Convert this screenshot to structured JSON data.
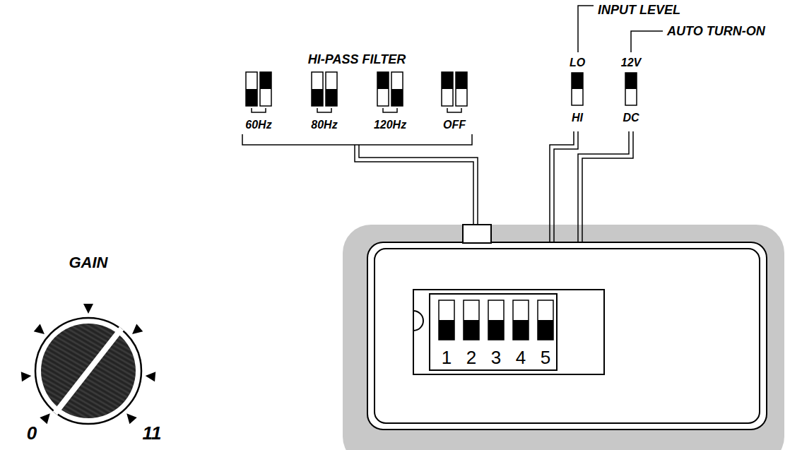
{
  "diagram": {
    "labels": [
      "HI-PASS FILTER",
      "60Hz",
      "80Hz",
      "120Hz",
      "OFF",
      "INPUT LEVEL",
      "LO",
      "HI",
      "AUTO TURN-ON",
      "12V",
      "DC",
      "GAIN",
      "0",
      "11",
      "1",
      "2",
      "3",
      "4",
      "5"
    ]
  }
}
